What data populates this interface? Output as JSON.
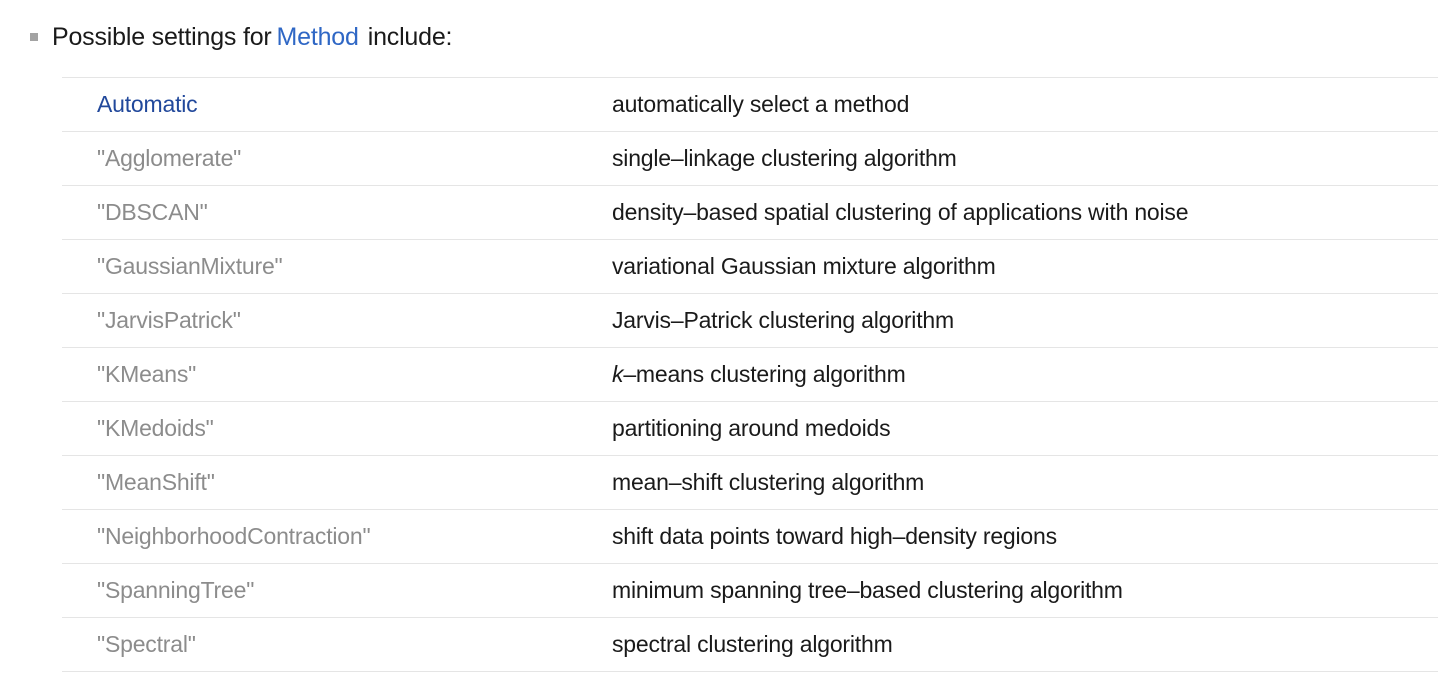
{
  "header": {
    "prefix": "Possible settings for",
    "link_label": "Method",
    "suffix": "include:"
  },
  "table": {
    "rows": [
      {
        "setting": "Automatic",
        "type": "link",
        "description": "automatically select a method"
      },
      {
        "setting": "\"Agglomerate\"",
        "type": "string",
        "description": "single–linkage clustering algorithm"
      },
      {
        "setting": "\"DBSCAN\"",
        "type": "string",
        "description": "density–based spatial clustering of applications with noise"
      },
      {
        "setting": "\"GaussianMixture\"",
        "type": "string",
        "description": "variational Gaussian mixture algorithm"
      },
      {
        "setting": "\"JarvisPatrick\"",
        "type": "string",
        "description": "Jarvis–Patrick clustering algorithm"
      },
      {
        "setting": "\"KMeans\"",
        "type": "string",
        "desc_italic": "k",
        "description": "–means clustering algorithm"
      },
      {
        "setting": "\"KMedoids\"",
        "type": "string",
        "description": "partitioning around medoids"
      },
      {
        "setting": "\"MeanShift\"",
        "type": "string",
        "description": "mean–shift clustering algorithm"
      },
      {
        "setting": "\"NeighborhoodContraction\"",
        "type": "string",
        "description": "shift data points toward high–density regions"
      },
      {
        "setting": "\"SpanningTree\"",
        "type": "string",
        "description": "minimum spanning tree–based clustering algorithm"
      },
      {
        "setting": "\"Spectral\"",
        "type": "string",
        "description": "spectral clustering algorithm"
      }
    ]
  },
  "colors": {
    "link_blue": "#2f67c5",
    "automatic_blue": "#21489b",
    "string_gray": "#8c8c8c",
    "divider": "#e5e5e5",
    "text": "#1a1a1a",
    "bullet_gray": "#a3a3a3"
  }
}
